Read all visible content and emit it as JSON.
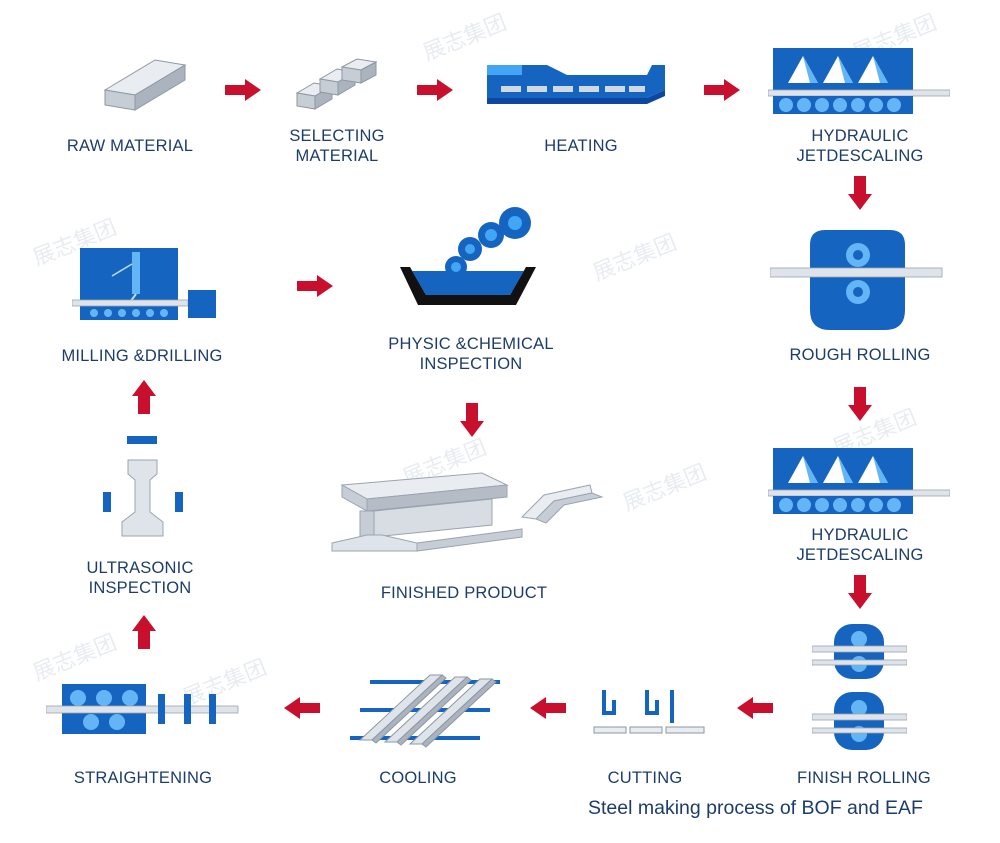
{
  "steps": {
    "raw_material": "RAW MATERIAL",
    "selecting_material": [
      "SELECTING",
      "MATERIAL"
    ],
    "heating": "HEATING",
    "descaling_1": [
      "HYDRAULIC",
      "JETDESCALING"
    ],
    "rough_rolling": "ROUGH ROLLING",
    "descaling_2": [
      "HYDRAULIC",
      "JETDESCALING"
    ],
    "finish_rolling": "FINISH ROLLING",
    "cutting": "CUTTING",
    "cooling": "COOLING",
    "straightening": "STRAIGHTENING",
    "ultrasonic": [
      "ULTRASONIC",
      "INSPECTION"
    ],
    "milling": "MILLING &DRILLING",
    "physic": [
      "PHYSIC &CHEMICAL",
      "INSPECTION"
    ],
    "finished": "FINISHED PRODUCT"
  },
  "caption": "Steel making process of BOF and EAF",
  "watermark": "展志集团",
  "colors": {
    "blue": "#1565c0",
    "arrow_red": "#c8102e",
    "text": "#1c3d6b"
  }
}
